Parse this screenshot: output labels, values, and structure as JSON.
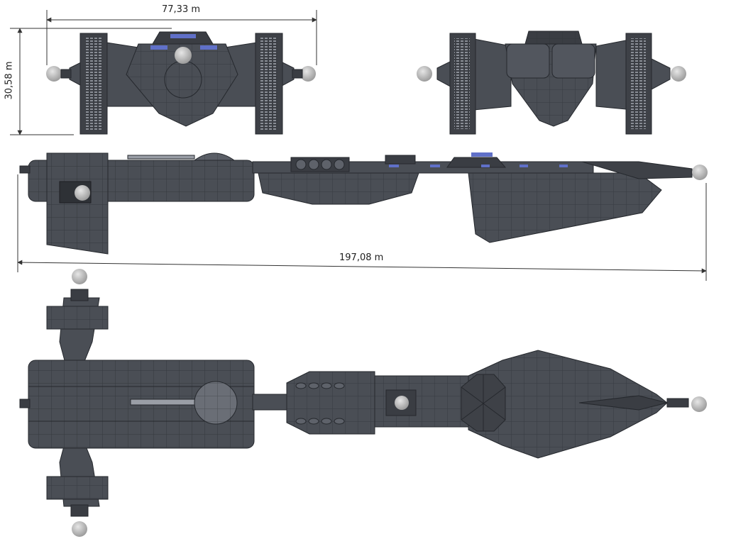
{
  "dimensions": {
    "width_label": "77,33 m",
    "height_label": "30,58 m",
    "length_label": "197,08 m"
  },
  "views": [
    {
      "name": "front-view"
    },
    {
      "name": "rear-view"
    },
    {
      "name": "side-view"
    },
    {
      "name": "top-view"
    }
  ],
  "colors": {
    "hull": "#4a4e55",
    "hull_dark": "#3a3d43",
    "panel_line": "#25282d",
    "highlight": "#6b707a",
    "sphere": "#bdbdbd",
    "window_blue": "#6070c8",
    "dimension_line": "#333333"
  }
}
